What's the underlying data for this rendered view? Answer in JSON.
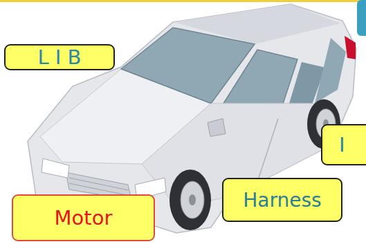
{
  "diagram": {
    "nodes": [
      {
        "text": [
          "L I B"
        ]
      },
      {
        "text": [
          "I"
        ]
      },
      {
        "text": [
          "Harness"
        ]
      },
      {
        "text": [
          "Motor"
        ]
      }
    ]
  }
}
